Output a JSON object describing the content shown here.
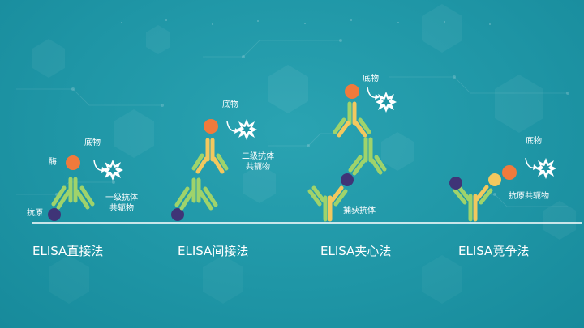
{
  "colors": {
    "background": "#1f96a6",
    "antibody_green": "#9fd36b",
    "antibody_yellow": "#f3c85e",
    "enzyme_orange": "#f07a3c",
    "antigen_purple": "#3f3477",
    "substrate_white": "#ffffff"
  },
  "methods": [
    {
      "name": "ELISA直接法",
      "labels": {
        "enzyme": "酶",
        "substrate": "底物",
        "conjugate_line1": "一级抗体",
        "conjugate_line2": "共轭物",
        "antigen": "抗原"
      }
    },
    {
      "name": "ELISA间接法",
      "labels": {
        "substrate": "底物",
        "conjugate_line1": "二级抗体",
        "conjugate_line2": "共轭物"
      }
    },
    {
      "name": "ELISA夹心法",
      "labels": {
        "substrate": "底物",
        "capture": "捕获抗体"
      }
    },
    {
      "name": "ELISA竞争法",
      "labels": {
        "substrate": "底物",
        "conjugate": "抗原共轭物"
      }
    }
  ],
  "icons": [
    "substrate-star-icon",
    "reaction-arrow-icon",
    "hexagon-pattern"
  ]
}
